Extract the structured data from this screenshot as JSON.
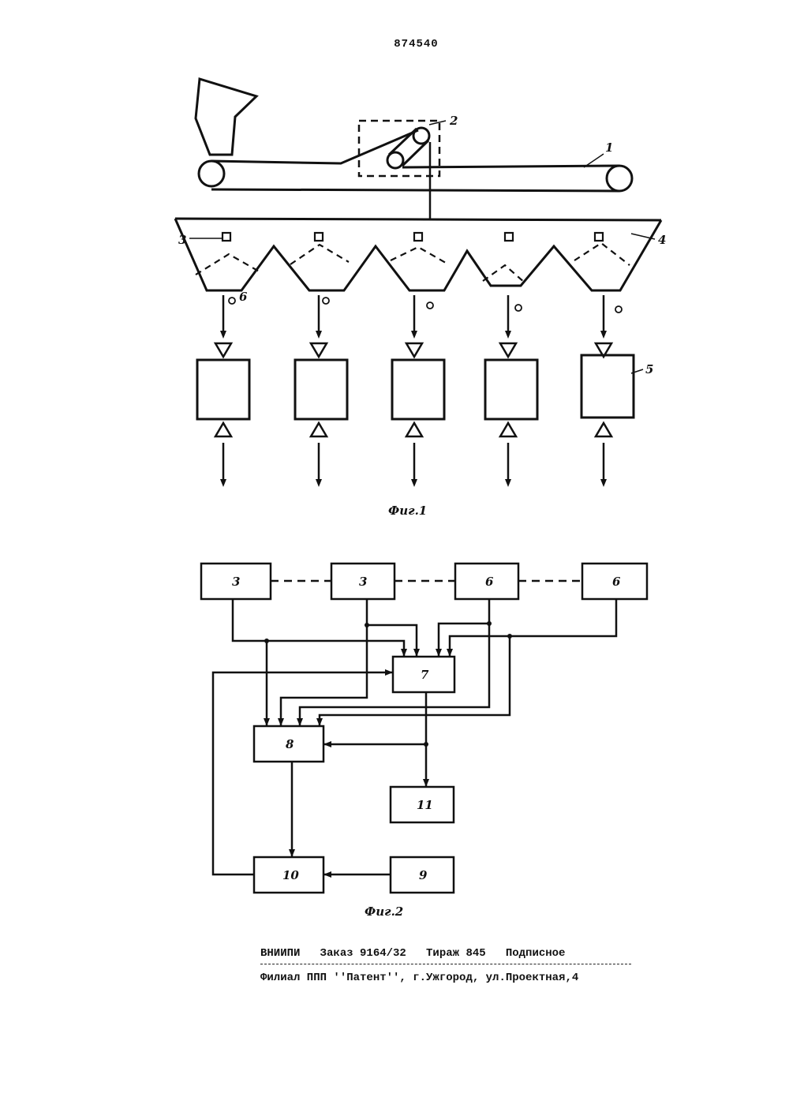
{
  "header": {
    "patent_number": "874540"
  },
  "figure1": {
    "caption": "Фиг.1",
    "labels": {
      "conveyor": "1",
      "device": "2",
      "sensor": "3",
      "hopper": "4",
      "unit": "5",
      "valve": "6"
    }
  },
  "figure2": {
    "caption": "Фиг.2",
    "blocks": {
      "b3a": "3",
      "b3b": "3",
      "b6a": "6",
      "b6b": "6",
      "b7": "7",
      "b8": "8",
      "b9": "9",
      "b10": "10",
      "b11": "11"
    }
  },
  "imprint": {
    "line1": "ВНИИПИ   Заказ 9164/32   Тираж 845   Подписное",
    "line2": "Филиал ППП ''Патент'', г.Ужгород, ул.Проектная,4"
  }
}
